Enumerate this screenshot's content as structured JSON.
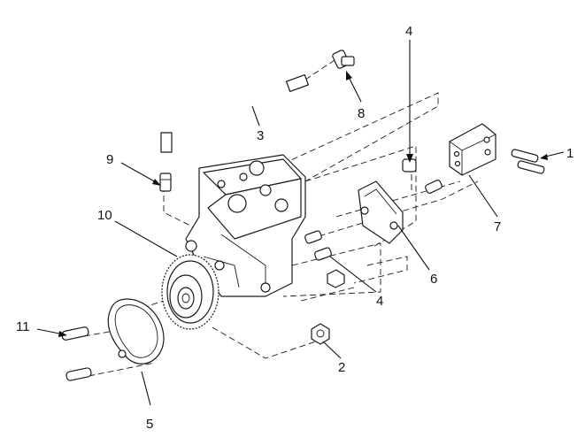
{
  "diagram": {
    "callouts": [
      {
        "id": "c1",
        "text": "1"
      },
      {
        "id": "c2",
        "text": "2"
      },
      {
        "id": "c3",
        "text": "3"
      },
      {
        "id": "c4a",
        "text": "4"
      },
      {
        "id": "c4b",
        "text": "4"
      },
      {
        "id": "c5",
        "text": "5"
      },
      {
        "id": "c6",
        "text": "6"
      },
      {
        "id": "c7",
        "text": "7"
      },
      {
        "id": "c8",
        "text": "8"
      },
      {
        "id": "c9",
        "text": "9"
      },
      {
        "id": "c10",
        "text": "10"
      },
      {
        "id": "c11",
        "text": "11"
      }
    ]
  }
}
